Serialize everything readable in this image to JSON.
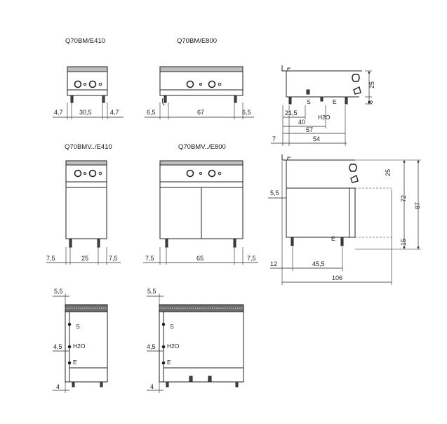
{
  "views": {
    "v1": {
      "title": "Q70BM/E410",
      "dims": [
        "4,7",
        "30,5",
        "4,7"
      ]
    },
    "v2": {
      "title": "Q70BM/E800",
      "dims": [
        "6,5",
        "67",
        "6,5"
      ]
    },
    "v3": {
      "dims": [
        "25",
        "8",
        "21,5",
        "40",
        "57",
        "54",
        "7"
      ],
      "labels": [
        "S",
        "H2O",
        "E"
      ]
    },
    "v4": {
      "title": "Q70BMV../E410",
      "dims": [
        "7,5",
        "25",
        "7,5"
      ]
    },
    "v5": {
      "title": "Q70BMV../E800",
      "dims": [
        "7,5",
        "65",
        "7,5"
      ]
    },
    "v6": {
      "dims": [
        "5,5",
        "25",
        "72",
        "87",
        "15",
        "12",
        "45,5",
        "106"
      ],
      "labels": [
        "E"
      ]
    },
    "v7": {
      "dims": [
        "5,5",
        "4,5",
        "4"
      ],
      "labels": [
        "S",
        "H2O",
        "E"
      ]
    },
    "v8": {
      "dims": [
        "5,5",
        "4,5",
        "4"
      ],
      "labels": [
        "S",
        "H2O",
        "E"
      ]
    }
  }
}
